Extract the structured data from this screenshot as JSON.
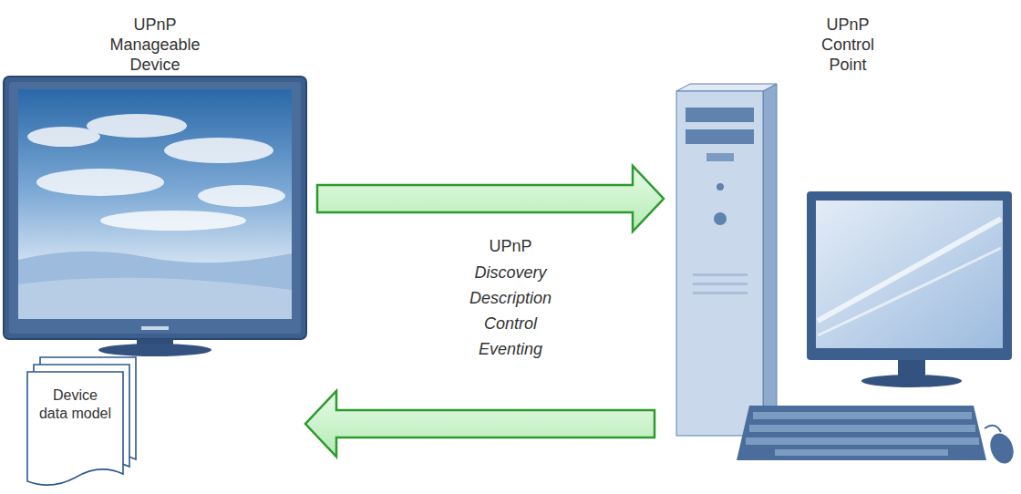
{
  "diagram": {
    "nodes": [
      {
        "text": [
          "UPnP Manageable Device"
        ]
      },
      {
        "text": [
          "Device data model"
        ]
      },
      {
        "text": [
          "UPnP Control Point"
        ]
      }
    ],
    "edges": [
      {
        "from": 0,
        "to": 2,
        "arrow": "to"
      },
      {
        "from": 2,
        "to": 0,
        "arrow": "to"
      }
    ],
    "labels": [
      "UPnP",
      "Discovery Description Control Eventing"
    ]
  }
}
